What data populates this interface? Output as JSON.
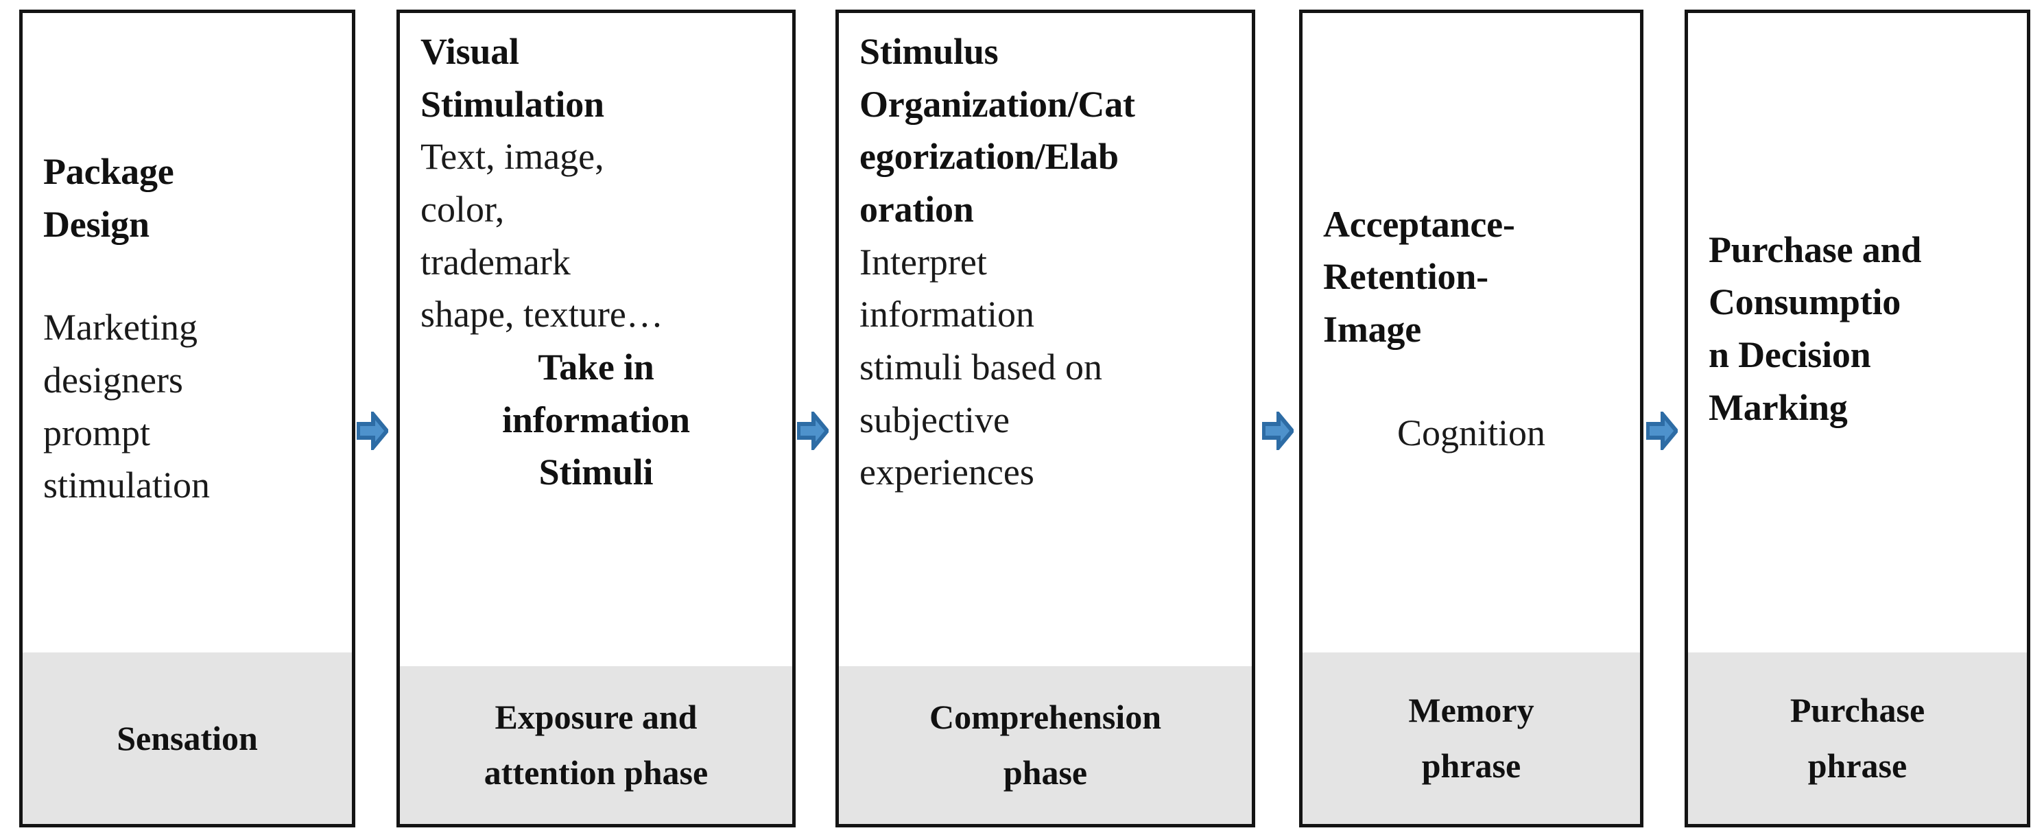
{
  "diagram": {
    "title": "Package design consumer information processing flow",
    "accent_arrow_outline": "#2d6ca5",
    "accent_arrow_fill": "#4e92cc",
    "phase_band_color": "#e4e4e4",
    "box_border_color": "#141414"
  },
  "stages": [
    {
      "id": "package-design",
      "heading": "Package\nDesign",
      "description": "Marketing\ndesigners\nprompt\nstimulation",
      "heading_secondary": "",
      "phase_label": "Sensation"
    },
    {
      "id": "visual-stimulation",
      "heading": "Visual\nStimulation",
      "description": "Text, image,\ncolor,\ntrademark\nshape, texture…",
      "heading_secondary": "Take in\ninformation\nStimuli",
      "phase_label": "Exposure and\nattention phase"
    },
    {
      "id": "stimulus-organization",
      "heading": "Stimulus\nOrganization/Cat\negorization/Elab\noration",
      "description": "Interpret\ninformation\nstimuli based on\nsubjective\nexperiences",
      "heading_secondary": "",
      "phase_label": "Comprehension\nphase"
    },
    {
      "id": "acceptance-retention-image",
      "heading": "Acceptance-\nRetention-\nImage",
      "description": "Cognition",
      "heading_secondary": "",
      "phase_label": "Memory\nphrase"
    },
    {
      "id": "purchase-consumption-decision",
      "heading": "Purchase and\nConsumptio\nn Decision\nMarking",
      "description": "",
      "heading_secondary": "",
      "phase_label": "Purchase\nphrase"
    }
  ],
  "arrows": [
    {
      "id": "arrow-1",
      "from": "package-design",
      "to": "visual-stimulation",
      "icon": "right-block-arrow"
    },
    {
      "id": "arrow-2",
      "from": "visual-stimulation",
      "to": "stimulus-organization",
      "icon": "right-block-arrow"
    },
    {
      "id": "arrow-3",
      "from": "stimulus-organization",
      "to": "acceptance-retention-image",
      "icon": "right-block-arrow"
    },
    {
      "id": "arrow-4",
      "from": "acceptance-retention-image",
      "to": "purchase-consumption-decision",
      "icon": "right-block-arrow"
    }
  ]
}
